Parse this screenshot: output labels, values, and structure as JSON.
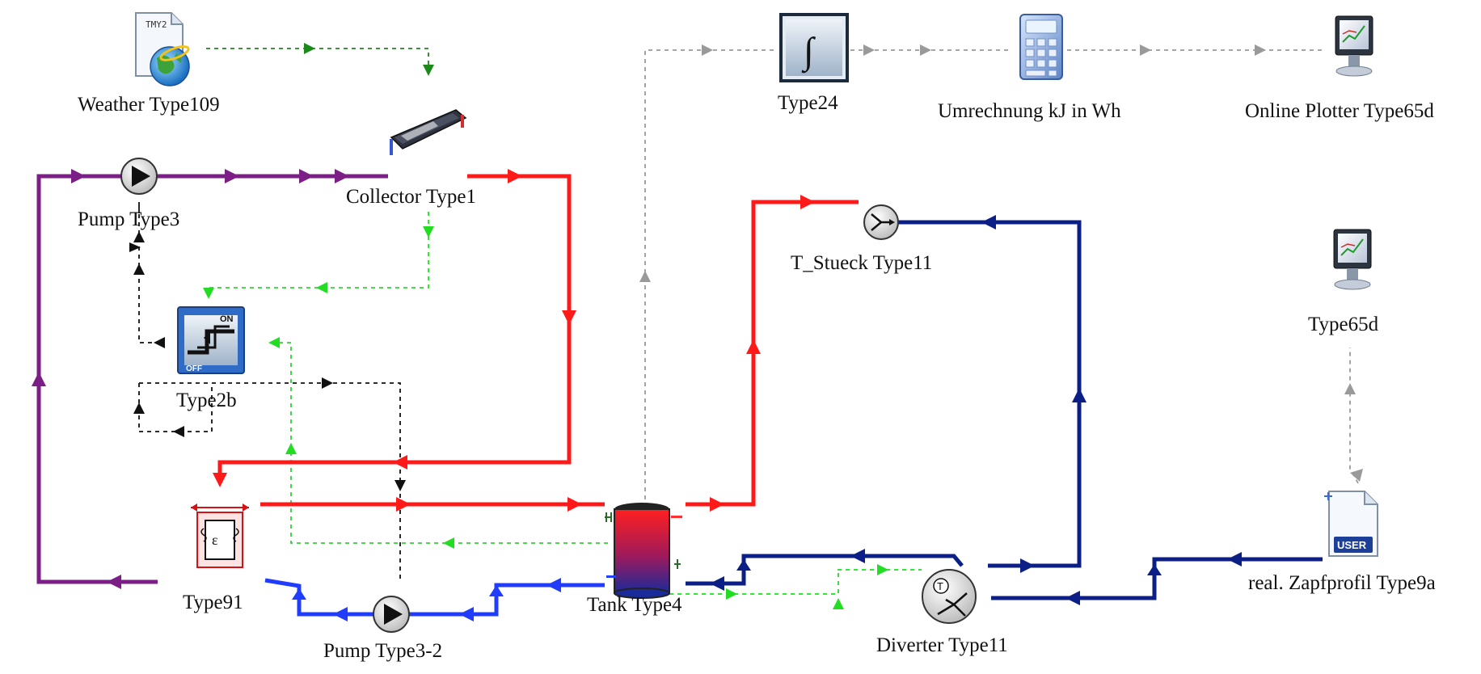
{
  "colors": {
    "collector_loop": "#7b1e86",
    "hot": "#ff1a1a",
    "cold_secondary": "#1f3cff",
    "dhw_cold": "#0b1f86",
    "signal_green": "#22dd22",
    "signal_darkgreen": "#1b8a1b",
    "signal_black": "#111111",
    "signal_gray": "#9a9a9a"
  },
  "components": [
    {
      "id": "weather",
      "label": "Weather Type109",
      "icon": "weather-file-globe-icon",
      "badge": "TMY2"
    },
    {
      "id": "collector",
      "label": "Collector Type1",
      "icon": "solar-collector-icon"
    },
    {
      "id": "pump1",
      "label": "Pump Type3",
      "icon": "pump-icon"
    },
    {
      "id": "controller",
      "label": "Type2b",
      "icon": "on-off-controller-icon",
      "on_text": "ON",
      "off_text": "OFF"
    },
    {
      "id": "hx",
      "label": "Type91",
      "icon": "heat-exchanger-icon",
      "badge": "ε"
    },
    {
      "id": "pump2",
      "label": "Pump Type3-2",
      "icon": "pump-icon"
    },
    {
      "id": "tank",
      "label": "Tank Type4",
      "icon": "storage-tank-icon"
    },
    {
      "id": "tee",
      "label": "T_Stueck Type11",
      "icon": "tee-piece-icon"
    },
    {
      "id": "diverter",
      "label": "Diverter Type11",
      "icon": "diverter-icon",
      "badge": "T"
    },
    {
      "id": "profile",
      "label": "real. Zapfprofil Type9a",
      "icon": "user-data-file-icon",
      "badge": "USER"
    },
    {
      "id": "integrator",
      "label": "Type24",
      "icon": "integrator-icon",
      "badge": "∫"
    },
    {
      "id": "calc",
      "label": "Umrechnung kJ in Wh",
      "icon": "calculator-icon"
    },
    {
      "id": "plotter1",
      "label": "Online Plotter Type65d",
      "icon": "online-plotter-icon"
    },
    {
      "id": "plotter2",
      "label": "Type65d",
      "icon": "online-plotter-icon"
    }
  ]
}
